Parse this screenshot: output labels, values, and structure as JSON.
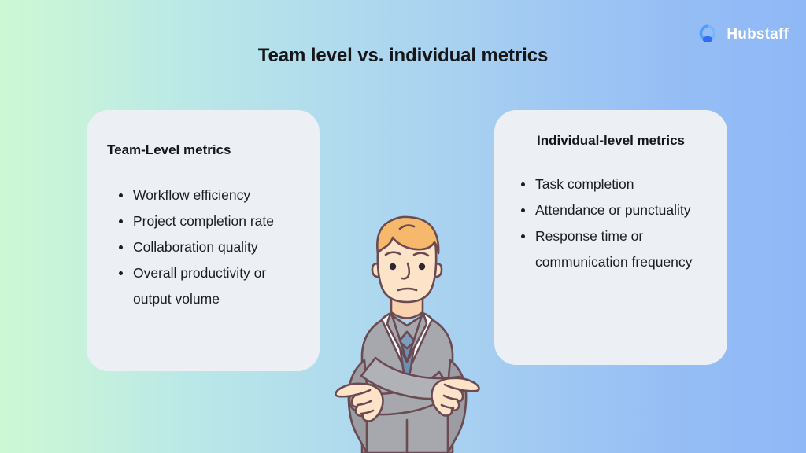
{
  "brand": {
    "name": "Hubstaff",
    "logo_icon": "hubstaff-logo-mark",
    "wordmark_color": "#ffffff",
    "mark_color": "#3d7ff5"
  },
  "header": {
    "title": "Team level vs. individual metrics"
  },
  "background": {
    "gradient_from": "#cdf8d4",
    "gradient_mid": "#b1dced",
    "gradient_to": "#8fb8f6",
    "direction": "left-to-right"
  },
  "cards": {
    "left": {
      "title": "Team-Level metrics",
      "background": "#eceff4",
      "items": [
        "Workflow efficiency",
        "Project completion rate",
        "Collaboration quality",
        "Overall productivity or output volume"
      ]
    },
    "right": {
      "title": "Individual-level metrics",
      "background": "#eceff4",
      "items": [
        "Task completion",
        "Attendance or punctuality",
        "Response time or communication frequency"
      ]
    }
  },
  "illustration": {
    "name": "man-in-suit-pointing-both-directions",
    "hair_color": "#f6b86a",
    "skin_color": "#fde3c8",
    "suit_color": "#a6a8ad",
    "tie_color": "#6b90b4",
    "shirt_color": "#ffffff",
    "outline_color": "#6b4a52"
  }
}
